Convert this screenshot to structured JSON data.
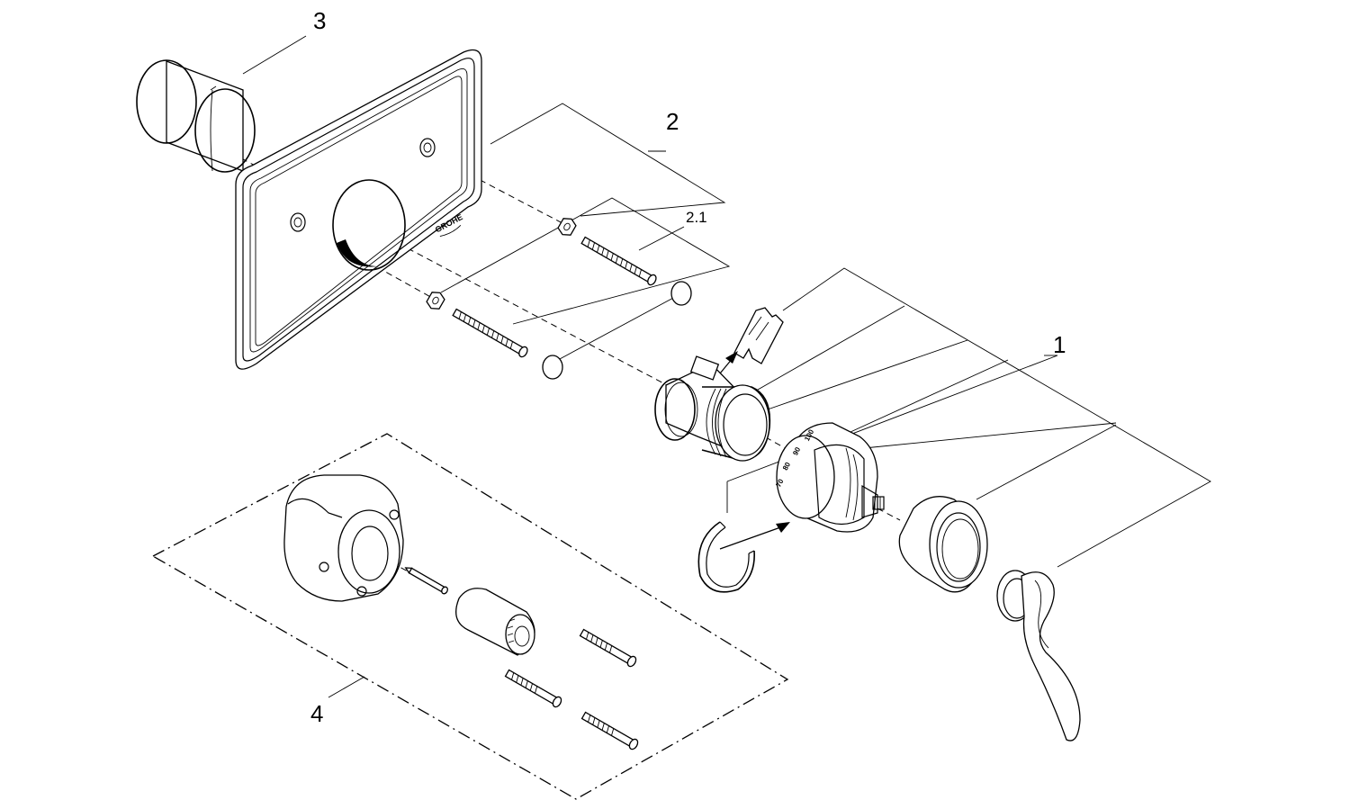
{
  "callouts": {
    "c1": "1",
    "c2": "2",
    "c2_1": "2.1",
    "c3": "3",
    "c4": "4"
  },
  "plate_logo": "GROHE",
  "dial_scale": [
    "70",
    "80",
    "90",
    "100"
  ]
}
